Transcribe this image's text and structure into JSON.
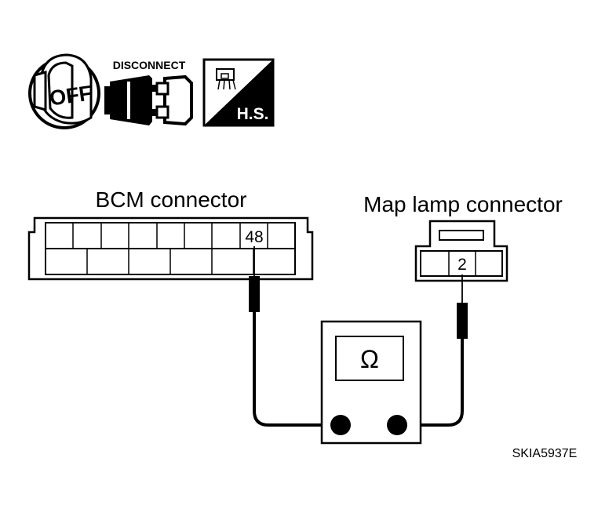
{
  "icons": {
    "ignition": {
      "label": "OFF"
    },
    "disconnect": {
      "label": "DISCONNECT"
    },
    "harness_side": {
      "label": "H.S."
    }
  },
  "bcm_connector": {
    "title": "BCM connector",
    "terminal": "48"
  },
  "map_lamp_connector": {
    "title": "Map lamp connector",
    "terminal": "2"
  },
  "meter": {
    "symbol": "Ω"
  },
  "figure_code": "SKIA5937E"
}
